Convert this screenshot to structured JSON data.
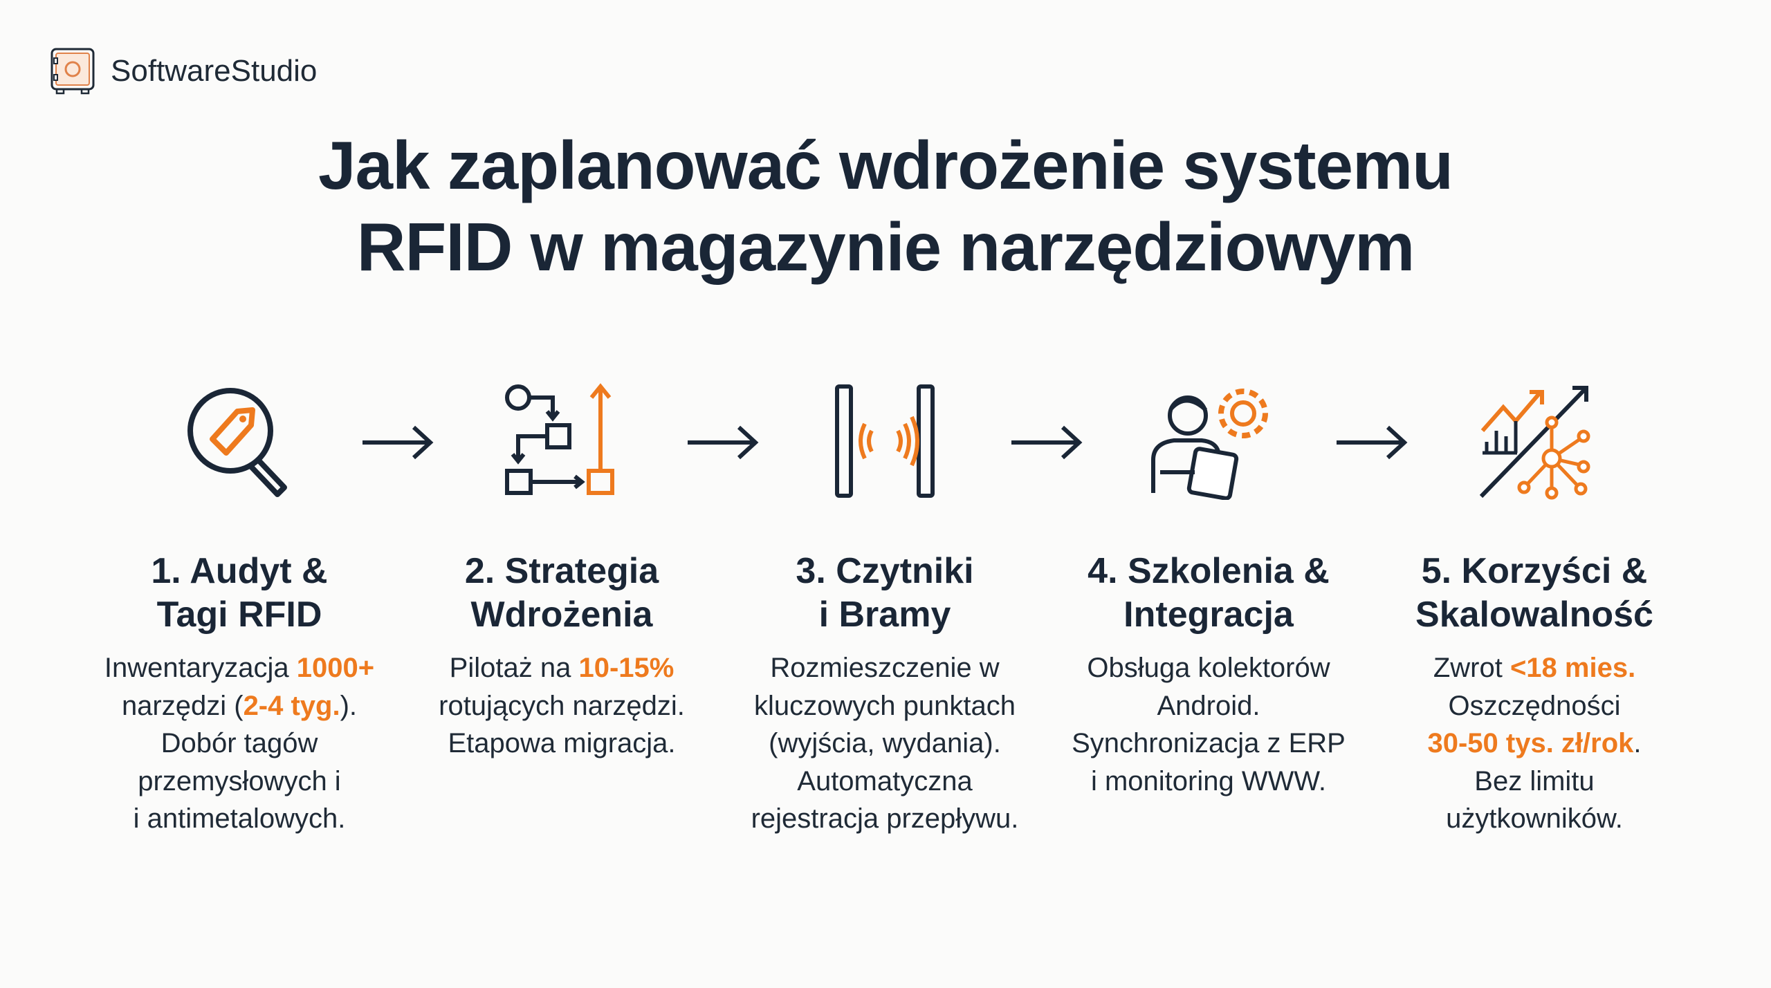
{
  "brand": {
    "name": "SoftwareStudio"
  },
  "title": {
    "line1": "Jak zaplanować wdrożenie systemu",
    "line2": "RFID w magazynie narzędziowym"
  },
  "colors": {
    "accent": "#ee7a1e",
    "dark": "#1a2636"
  },
  "steps": [
    {
      "icon": "magnifier-tag-icon",
      "heading1": "1. Audyt &",
      "heading2": "Tagi RFID",
      "lines": [
        [
          {
            "t": "Inwentaryzacja "
          },
          {
            "t": "1000+",
            "hl": true
          }
        ],
        [
          {
            "t": "narzędzi ("
          },
          {
            "t": "2-4 tyg.",
            "hl": true
          },
          {
            "t": ")."
          }
        ],
        [
          {
            "t": "Dobór tagów"
          }
        ],
        [
          {
            "t": "przemysłowych i"
          }
        ],
        [
          {
            "t": "i antimetalowych."
          }
        ]
      ]
    },
    {
      "icon": "workflow-strategy-icon",
      "heading1": "2. Strategia",
      "heading2": "Wdrożenia",
      "lines": [
        [
          {
            "t": "Pilotaż na "
          },
          {
            "t": "10-15%",
            "hl": true
          }
        ],
        [
          {
            "t": "rotujących narzędzi."
          }
        ],
        [
          {
            "t": "Etapowa migracja."
          }
        ]
      ]
    },
    {
      "icon": "rfid-gate-icon",
      "heading1": "3. Czytniki",
      "heading2": "i Bramy",
      "lines": [
        [
          {
            "t": "Rozmieszczenie w"
          }
        ],
        [
          {
            "t": "kluczowych punktach"
          }
        ],
        [
          {
            "t": "(wyjścia, wydania)."
          }
        ],
        [
          {
            "t": "Automatyczna"
          }
        ],
        [
          {
            "t": "rejestracja przepływu."
          }
        ]
      ]
    },
    {
      "icon": "user-tablet-gear-icon",
      "heading1": "4. Szkolenia &",
      "heading2": "Integracja",
      "lines": [
        [
          {
            "t": "Obsługa kolektorów"
          }
        ],
        [
          {
            "t": "Android."
          }
        ],
        [
          {
            "t": "Synchronizacja z ERP"
          }
        ],
        [
          {
            "t": "i monitoring WWW."
          }
        ]
      ]
    },
    {
      "icon": "growth-network-icon",
      "heading1": "5. Korzyści &",
      "heading2": "Skalowalność",
      "lines": [
        [
          {
            "t": "Zwrot "
          },
          {
            "t": "<18 mies.",
            "hl": true
          }
        ],
        [
          {
            "t": "Oszczędności"
          }
        ],
        [
          {
            "t": "30-50 tys. zł/rok",
            "hl": true
          },
          {
            "t": "."
          }
        ],
        [
          {
            "t": "Bez limitu"
          }
        ],
        [
          {
            "t": "użytkowników."
          }
        ]
      ]
    }
  ]
}
